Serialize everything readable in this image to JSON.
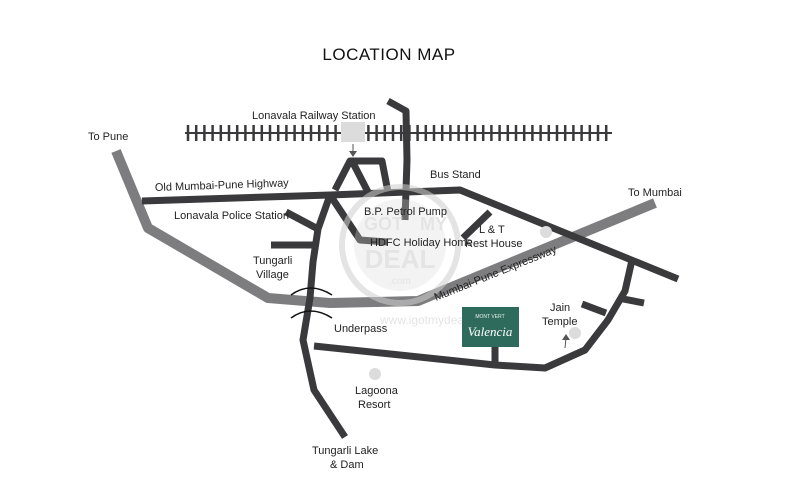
{
  "title": "LOCATION MAP",
  "labels": {
    "to_pune": "To Pune",
    "to_mumbai": "To Mumbai",
    "railway_station": "Lonavala Railway Station",
    "bus_stand": "Bus Stand",
    "old_highway": "Old Mumbai-Pune Highway",
    "police_station": "Lonavala Police Station",
    "petrol_pump": "B.P. Petrol Pump",
    "holiday_home": "HDFC Holiday Home",
    "lt_line1": "L & T",
    "lt_line2": "Rest House",
    "tungarli_line1": "Tungarli",
    "tungarli_line2": "Village",
    "expressway": "Mumbai-Pune Expressway",
    "underpass": "Underpass",
    "jain_line1": "Jain",
    "jain_line2": "Temple",
    "lagoona_line1": "Lagoona",
    "lagoona_line2": "Resort",
    "lake_line1": "Tungarli Lake",
    "lake_line2": "& Dam"
  },
  "project_logo": {
    "small_text": "MONT VERT",
    "name": "Valencia",
    "color": "#2e6b5c"
  },
  "watermark": {
    "line1": "GOT",
    "line2": "MY",
    "line3": "DEAL",
    "line4": ".com",
    "url": "www.igotmydeal.com"
  },
  "colors": {
    "road": "#3a3a3c",
    "expressway": "#7d7d7f",
    "landmark": "#dcdcdc"
  }
}
